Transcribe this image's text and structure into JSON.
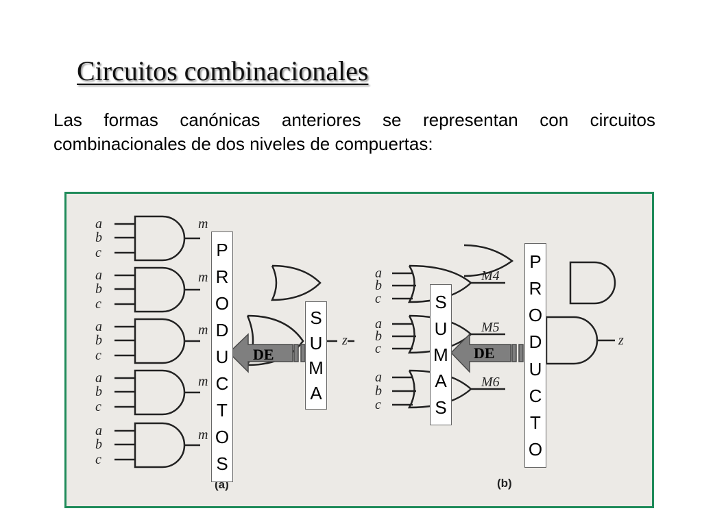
{
  "title": "Circuitos combinacionales",
  "paragraph": "Las formas canónicas anteriores se representan con circuitos combinacionales de dos niveles de compuertas:",
  "figure": {
    "caption_a": "(a)",
    "caption_b": "(b)",
    "output_label": "z",
    "inputs_a": [
      "a",
      "b",
      "c",
      "a",
      "b",
      "c",
      "a",
      "b",
      "c",
      "a",
      "b",
      "c",
      "a",
      "b",
      "c"
    ],
    "inputs_b": [
      "a",
      "b",
      "c",
      "a",
      "b",
      "c",
      "a",
      "b",
      "c"
    ],
    "minterm_label": "m",
    "maxterms": [
      "M4",
      "M5",
      "M6"
    ],
    "labels": {
      "productos": [
        "P",
        "R",
        "O",
        "D",
        "U",
        "C",
        "T",
        "O",
        "S"
      ],
      "suma": [
        "S",
        "U",
        "M",
        "A"
      ],
      "sumas": [
        "S",
        "U",
        "M",
        "A",
        "S"
      ],
      "producto": [
        "P",
        "R",
        "O",
        "D",
        "U",
        "C",
        "T",
        "O"
      ],
      "de_left": "DE",
      "de_right": "DE"
    },
    "colors": {
      "frame": "#1f8b5a",
      "arrow": "#7f7f7f",
      "background": "#eceae6"
    }
  }
}
